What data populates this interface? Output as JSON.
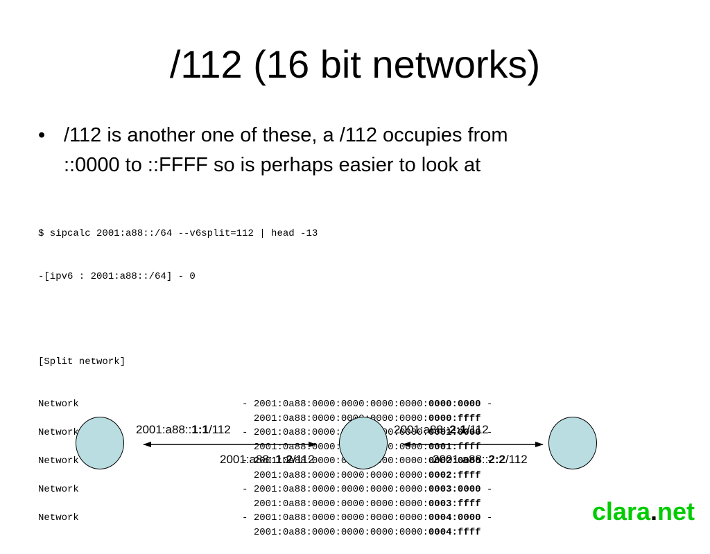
{
  "slide": {
    "title": "/112 (16 bit networks)",
    "bullet_symbol": "•",
    "bullet_line1": "/112 is another one of these, a /112 occupies from",
    "bullet_line2": "::0000 to ::FFFF so is perhaps easier to look at"
  },
  "terminal": {
    "command": "$ sipcalc 2001:a88::/64 --v6split=112 | head -13",
    "header": "-[ipv6 : 2001:a88::/64] - 0",
    "blank": "",
    "split_label": "[Split network]",
    "rows": [
      {
        "label": "Network",
        "start_prefix": "2001:0a88:0000:0000:0000:0000:",
        "start_suffix": "0000:0000",
        "end_prefix": "2001:0a88:0000:0000:0000:0000:",
        "end_suffix": "0000:ffff"
      },
      {
        "label": "Network",
        "start_prefix": "2001:0a88:0000:0000:0000:0000:",
        "start_suffix": "0001:0000",
        "end_prefix": "2001:0a88:0000:0000:0000:0000:",
        "end_suffix": "0001:ffff"
      },
      {
        "label": "Network",
        "start_prefix": "2001:0a88:0000:0000:0000:0000:",
        "start_suffix": "0002:0000",
        "end_prefix": "2001:0a88:0000:0000:0000:0000:",
        "end_suffix": "0002:ffff"
      },
      {
        "label": "Network",
        "start_prefix": "2001:0a88:0000:0000:0000:0000:",
        "start_suffix": "0003:0000",
        "end_prefix": "2001:0a88:0000:0000:0000:0000:",
        "end_suffix": "0003:ffff"
      },
      {
        "label": "Network",
        "start_prefix": "2001:0a88:0000:0000:0000:0000:",
        "start_suffix": "0004:0000",
        "end_prefix": "2001:0a88:0000:0000:0000:0000:",
        "end_suffix": "0004:ffff"
      }
    ]
  },
  "diagram": {
    "link1_top": {
      "prefix": "2001:a88::",
      "bold": "1:1",
      "suffix": "/112"
    },
    "link1_bottom": {
      "prefix": "2001:a88::",
      "bold": "1:2",
      "suffix": "/112"
    },
    "link2_top": {
      "prefix": "2001:a88::",
      "bold": "2:1",
      "suffix": "/112"
    },
    "link2_bottom": {
      "prefix": "2001:a88::",
      "bold": "2:2",
      "suffix": "/112"
    },
    "node_color": "#b9dde0"
  },
  "logo": {
    "part1": "clara",
    "dot": ".",
    "part2": "net",
    "color": "#00cc00"
  }
}
